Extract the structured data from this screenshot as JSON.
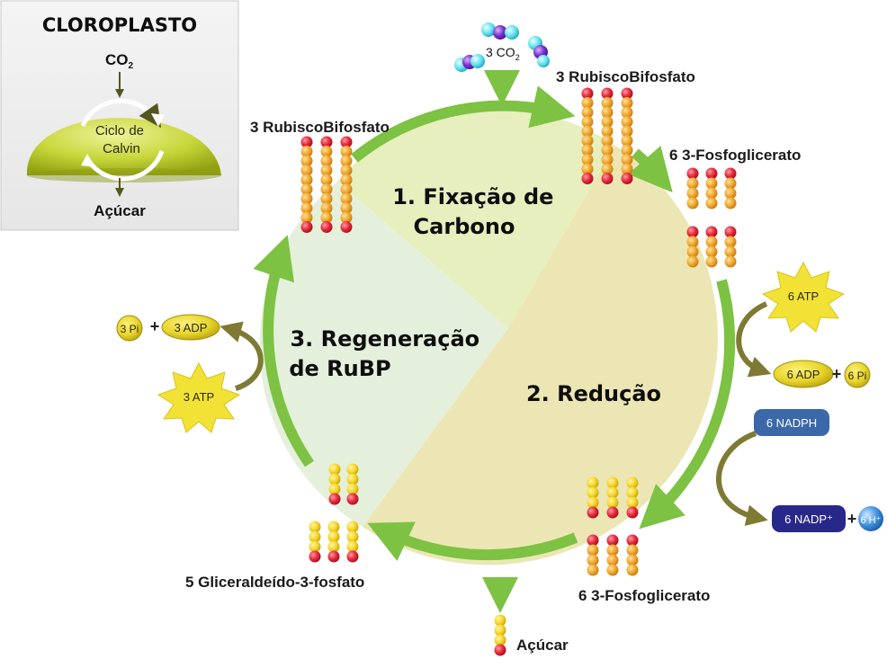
{
  "inset": {
    "title": "CLOROPLASTO",
    "co2": "CO",
    "co2_sub": "2",
    "cycle_line1": "Ciclo de",
    "cycle_line2": "Calvin",
    "sugar": "Açúcar"
  },
  "phases": {
    "fixation_line1": "1.  Fixação de",
    "fixation_line2": "Carbono",
    "reduction": "2. Redução",
    "regen_line1": "3. Regeneração",
    "regen_line2": "de RuBP"
  },
  "molecules": {
    "co2_in": "3 CO",
    "co2_in_sub": "2",
    "rubisco_top_right": "3 RubiscoBifosfato",
    "rubisco_top_left": "3 RubiscoBifosfato",
    "pga_upper": "6 3-Fosfoglicerato",
    "pga_lower": "6 3-Fosfoglicerato",
    "g3p": "5 Gliceraldeído-3-fosfato",
    "sugar_out": "Açúcar"
  },
  "energy": {
    "atp_right": "6 ATP",
    "adp_right": "6 ADP",
    "pi_right": "6 Pi",
    "nadph": "6 NADPH",
    "nadp": "6 NADP⁺",
    "h": "6 H⁺",
    "atp_left": "3 ATP",
    "adp_left": "3 ADP",
    "pi_left": "3 Pi",
    "plus": "+"
  },
  "colors": {
    "cycle_green": "#7dc242",
    "reduction_fill": "#ece6b4",
    "fixation_fill": "#e6efbd",
    "regen_fill": "#e4f0dc",
    "olive_arrow": "#7e7a33",
    "atom_orange": "#f0a830",
    "atom_yellow": "#f6d72a",
    "atom_red": "#e8293b",
    "nadph_blue": "#3b68a8",
    "nadp_navy": "#28288a",
    "starburst_yellow": "#f2e236"
  }
}
